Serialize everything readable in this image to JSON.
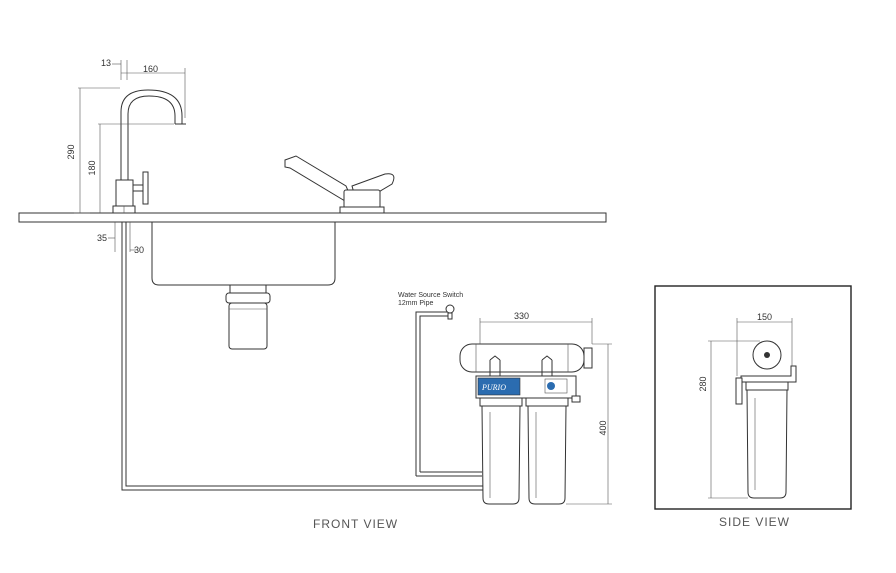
{
  "colors": {
    "line": "#333333",
    "dim": "#555555",
    "brand": "#2b6cb0",
    "background": "#ffffff"
  },
  "front_view": {
    "label": "FRONT VIEW",
    "dimensions": {
      "faucet_offset": "13",
      "faucet_reach": "160",
      "faucet_total_height": "290",
      "faucet_spout_height": "180",
      "base_35": "35",
      "base_30": "30",
      "filter_width": "330",
      "filter_height": "400"
    },
    "notes": {
      "switch": "Water Source Switch",
      "pipe": "12mm Pipe"
    },
    "brand": "PURIO"
  },
  "side_view": {
    "label": "SIDE VIEW",
    "dimensions": {
      "width": "150",
      "height": "280"
    }
  }
}
